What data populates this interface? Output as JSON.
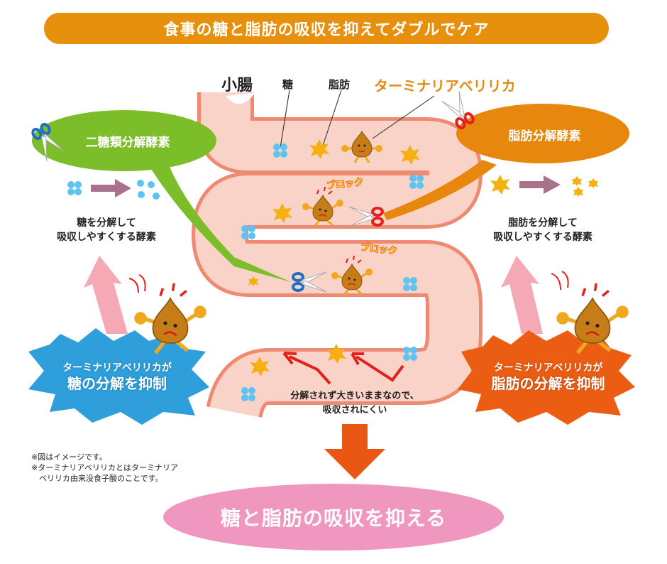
{
  "header": {
    "title": "食事の糖と脂肪の吸収を抑えてダブルでケア"
  },
  "intestine": {
    "label": "小腸",
    "legend_sugar": "糖",
    "legend_fat": "脂肪",
    "legend_character": "ターミナリアベリリカ",
    "block_label": "ブロック"
  },
  "left_enzyme": {
    "title": "二糖類分解酵素",
    "caption_line1": "糖を分解して",
    "caption_line2": "吸収しやすくする酵素",
    "burst_line1": "ターミナリアベリリカが",
    "burst_line2": "糖の分解を抑制",
    "color": "#7cbd2a",
    "burst_color": "#2f9fdc"
  },
  "right_enzyme": {
    "title": "脂肪分解酵素",
    "caption_line1": "脂肪を分解して",
    "caption_line2": "吸収しやすくする酵素",
    "burst_line1": "ターミナリアベリリカが",
    "burst_line2": "脂肪の分解を抑制",
    "color": "#e8870e",
    "burst_color": "#ec5d14"
  },
  "bottom": {
    "caption_line1": "分解されず大きいままなので、",
    "caption_line2": "吸収されにくい",
    "result": "糖と脂肪の吸収を抑える"
  },
  "notes": [
    "※図はイメージです。",
    "※ターミナリアベリリカとはターミナリア",
    "　ベリリカ由来没食子酸のことです。"
  ],
  "colors": {
    "title_bar": "#e6900e",
    "intestine_fill": "#f9d2c8",
    "intestine_border": "#ee8a72",
    "sugar": "#5ec3f0",
    "fat": "#f6b012",
    "character": "#c77d17",
    "limbs": "#f0c10e",
    "arrow_mauve": "#a8738a",
    "arrow_pink": "#f4a9b4",
    "down_arrow": "#ea5614",
    "result_ellipse": "#ef97be",
    "red_arrow": "#e3201b"
  }
}
